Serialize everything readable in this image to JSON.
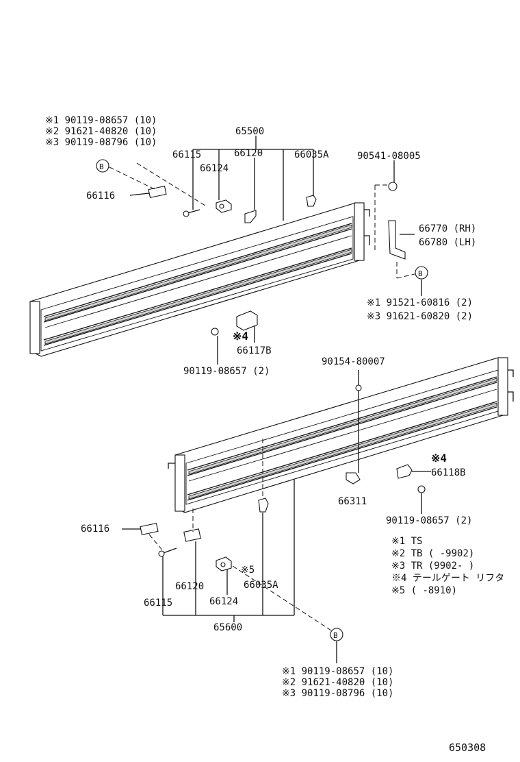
{
  "labels": {
    "top_note_1": "※1 90119-08657 (10)",
    "top_note_2": "※2 91621-40820 (10)",
    "top_note_3": "※3 90119-08796 (10)",
    "p65500": "65500",
    "p66115_top": "66115",
    "p66120_top": "66120",
    "p66035A_top": "66035A",
    "p66124_top": "66124",
    "p66116_top": "66116",
    "p90541": "90541-08005",
    "p66770": "66770 (RH)",
    "p66780": "66780 (LH)",
    "mid_note_1": "※1 91521-60816 (2)",
    "mid_note_3": "※3 91621-60820 (2)",
    "mark4_top": "※4",
    "p66117B": "66117B",
    "p90119_mid": "90119-08657 (2)",
    "p90154": "90154-80007",
    "mark4_right": "※4",
    "p66118B": "66118B",
    "p66311": "66311",
    "p90119_right": "90119-08657 (2)",
    "p66116_bot": "66116",
    "mark5": "※5",
    "p66120_bot": "66120",
    "p66035A_bot": "66035A",
    "p66115_bot": "66115",
    "p66124_bot": "66124",
    "p65600": "65600",
    "legend_1": "※1  TS",
    "legend_2": "※2  TB (       -9902)",
    "legend_3": "※3  TR (9902-       )",
    "legend_4": "※4  テールゲート  リフタ",
    "legend_5": "※5  (        -8910)",
    "bot_note_1": "※1 90119-08657 (10)",
    "bot_note_2": "※2 91621-40820 (10)",
    "bot_note_3": "※3 90119-08796 (10)",
    "diagram_id": "650308",
    "ref_b": "B"
  }
}
